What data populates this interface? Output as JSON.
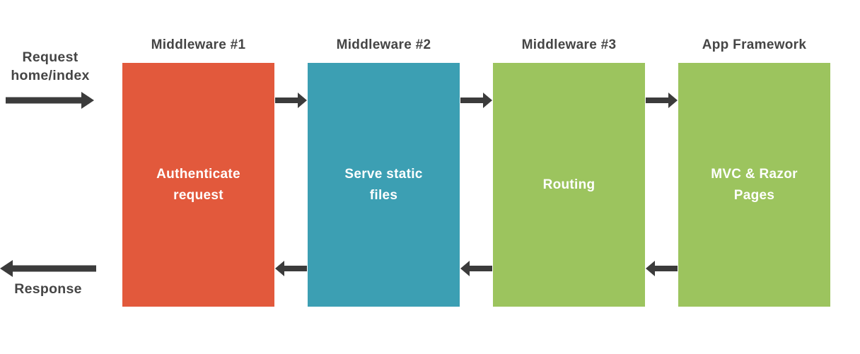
{
  "colors": {
    "background": "#ffffff",
    "arrow": "#3b3b3b",
    "heading_text": "#454545",
    "box_text": "#ffffff",
    "orange": "#e2593c",
    "teal": "#3c9fb3",
    "green": "#9cc45e"
  },
  "left": {
    "request_line1": "Request",
    "request_line2": "home/index",
    "response_label": "Response"
  },
  "pipeline": {
    "boxes": [
      {
        "header": "Middleware #1",
        "label_line1": "Authenticate",
        "label_line2": "request",
        "color": "#e2593c"
      },
      {
        "header": "Middleware #2",
        "label_line1": "Serve static",
        "label_line2": "files",
        "color": "#3c9fb3"
      },
      {
        "header": "Middleware #3",
        "label_line1": "Routing",
        "label_line2": "",
        "color": "#9cc45e"
      },
      {
        "header": "App Framework",
        "label_line1": "MVC & Razor",
        "label_line2": "Pages",
        "color": "#9cc45e"
      }
    ]
  }
}
